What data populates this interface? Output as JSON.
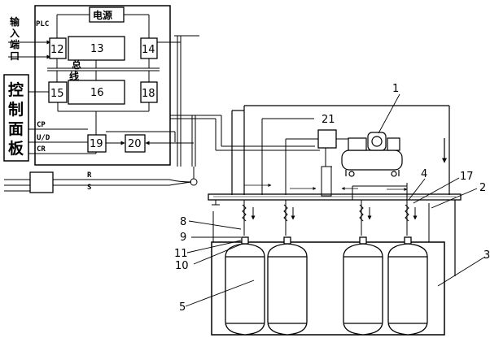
{
  "controller": {
    "power_label": "电源",
    "plc_label": "PLC",
    "bus_label_1": "总",
    "bus_label_2": "线",
    "input_port_chars": [
      "输",
      "入",
      "端",
      "口"
    ],
    "blocks": {
      "b12": "12",
      "b13": "13",
      "b14": "14",
      "b15": "15",
      "b16": "16",
      "b18": "18",
      "b19": "19",
      "b20": "20"
    }
  },
  "control_panel": {
    "chars": [
      "控",
      "制",
      "面",
      "板"
    ],
    "signals": {
      "cp": "CP",
      "ud": "U/D",
      "cr": "CR"
    }
  },
  "power_line": {
    "r": "R",
    "s": "S"
  },
  "equipment": {
    "b21": "21"
  },
  "callouts": [
    "1",
    "2",
    "3",
    "4",
    "5",
    "8",
    "9",
    "10",
    "11",
    "17"
  ]
}
